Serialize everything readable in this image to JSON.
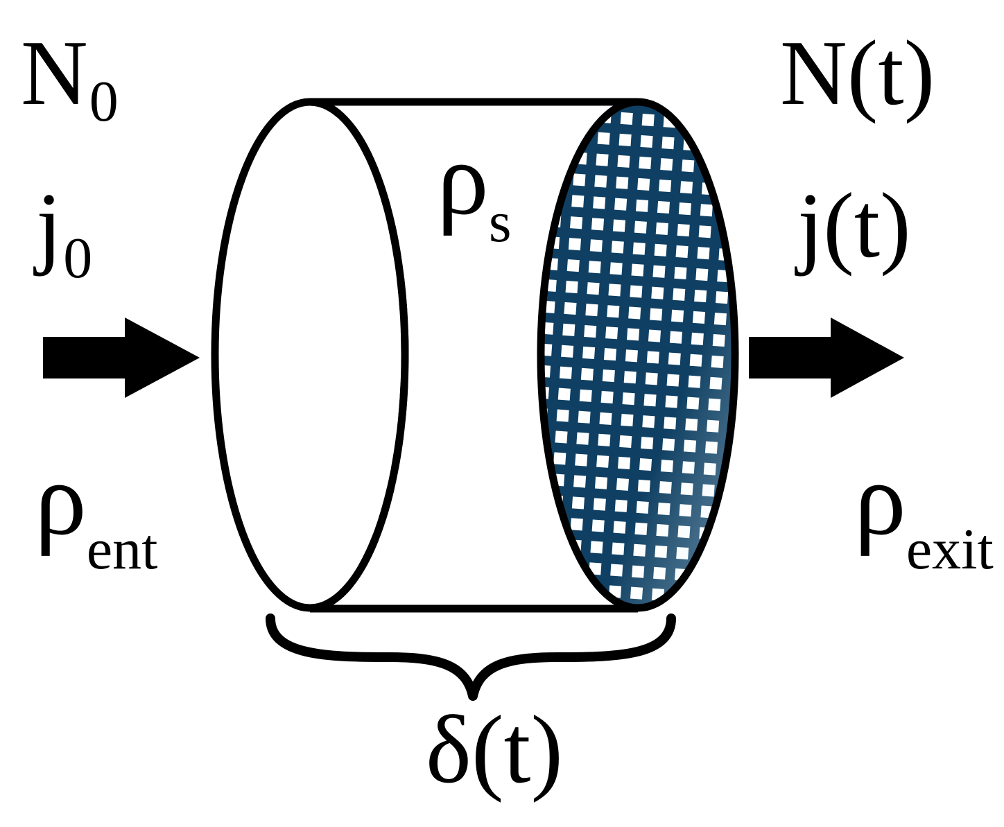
{
  "colors": {
    "stroke": "#000000",
    "background": "#ffffff",
    "filter_fill": "#0f4063",
    "filter_mesh": "#ffffff",
    "filter_mesh_highlight": "#bfe3f5"
  },
  "inlet": {
    "count_main": "N",
    "count_sub": "0",
    "flux_main": "j",
    "flux_sub": "0",
    "density_main": "ρ",
    "density_sub": "ent"
  },
  "outlet": {
    "count_label": "N(t)",
    "flux_label": "j(t)",
    "density_main": "ρ",
    "density_sub": "exit"
  },
  "cylinder": {
    "density_main": "ρ",
    "density_sub": "s"
  },
  "thickness": {
    "label": "δ(t)"
  },
  "icons": {
    "inlet_arrow": "right-arrow-icon",
    "outlet_arrow": "right-arrow-icon",
    "brace": "curly-brace-icon"
  }
}
